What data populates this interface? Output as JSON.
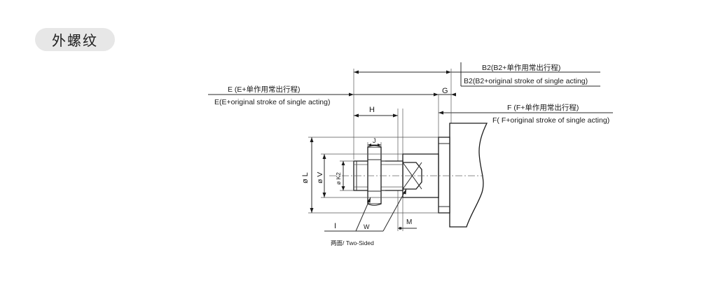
{
  "section_title": "外螺纹",
  "dimensions": {
    "b2_cn": "B2(B2+单作用常出行程)",
    "b2_en": "B2(B2+original stroke of single acting)",
    "e_cn": "E (E+单作用常出行程)",
    "e_en": "E(E+original stroke of single acting)",
    "f_cn": "F (F+单作用常出行程)",
    "f_en": "F( F+original stroke of single acting)",
    "g": "G",
    "h": "H",
    "j": "J",
    "l": "ø L",
    "v": "ø V",
    "k2": "ø K2",
    "i": "I",
    "w": "W",
    "m": "M",
    "two_sided": "两面/ Two-Sided"
  }
}
